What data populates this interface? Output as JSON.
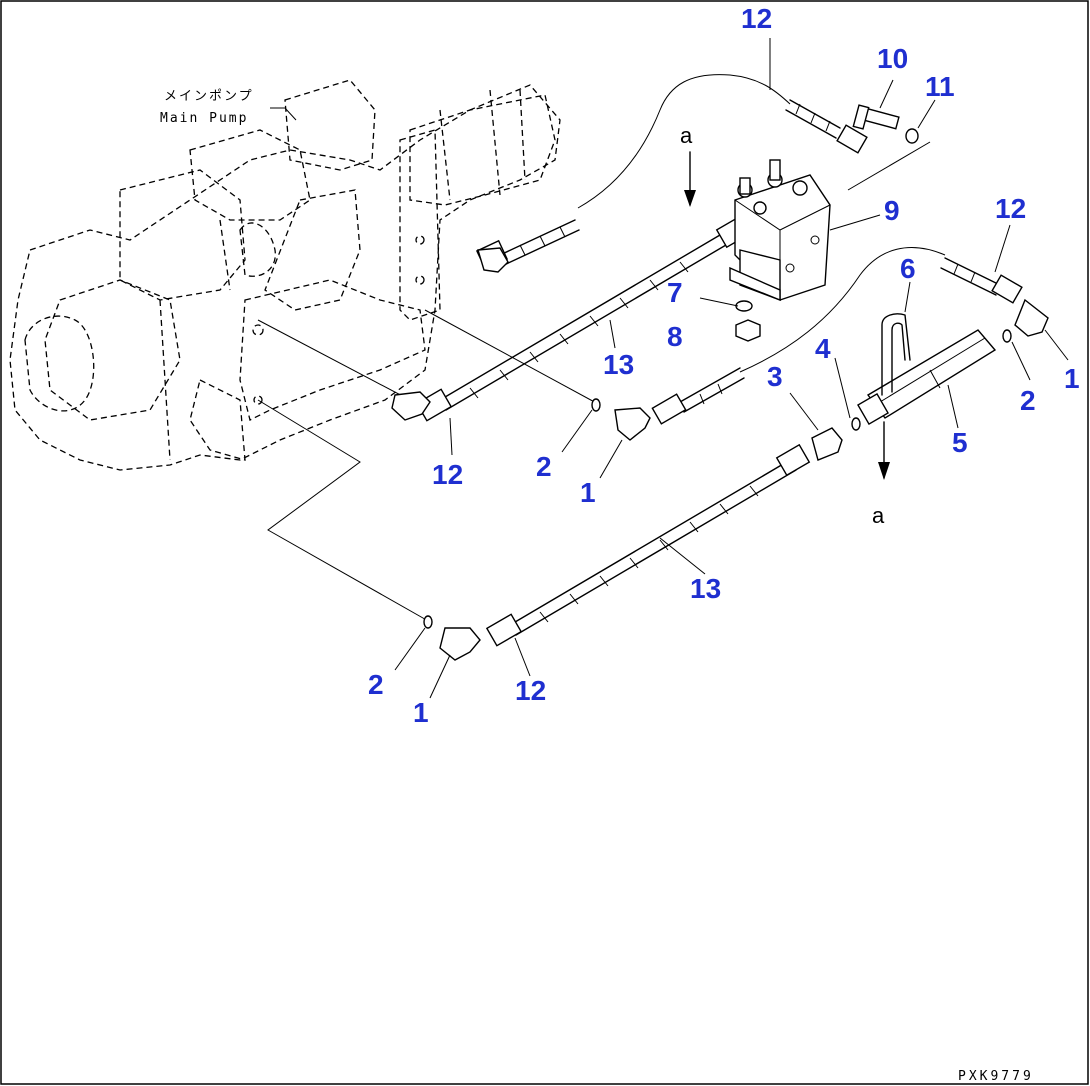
{
  "diagram": {
    "pump_label_jp": "メインポンプ",
    "pump_label_en": "Main Pump",
    "drawing_code": "PXK9779",
    "view_marks": [
      "a",
      "a"
    ],
    "callouts": [
      "12",
      "10",
      "11",
      "9",
      "12",
      "6",
      "1",
      "2",
      "5",
      "4",
      "3",
      "7",
      "8",
      "13",
      "12",
      "2",
      "1",
      "13",
      "2",
      "1",
      "12"
    ]
  }
}
